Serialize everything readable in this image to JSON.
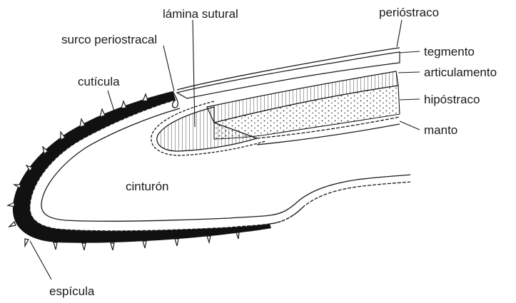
{
  "labels": {
    "lamina_sutural": "lámina sutural",
    "periostraco": "perióstraco",
    "surco_periostracal": "surco periostracal",
    "tegmento": "tegmento",
    "articulamento": "articulamento",
    "cuticula": "cutícula",
    "hipostraco": "hipóstraco",
    "manto": "manto",
    "cinturon": "cinturón",
    "espicula": "espícula"
  },
  "colors": {
    "ink": "#1a1a1a",
    "cuticle": "#111111",
    "stipple": "#2a2a2a",
    "background": "#ffffff"
  }
}
